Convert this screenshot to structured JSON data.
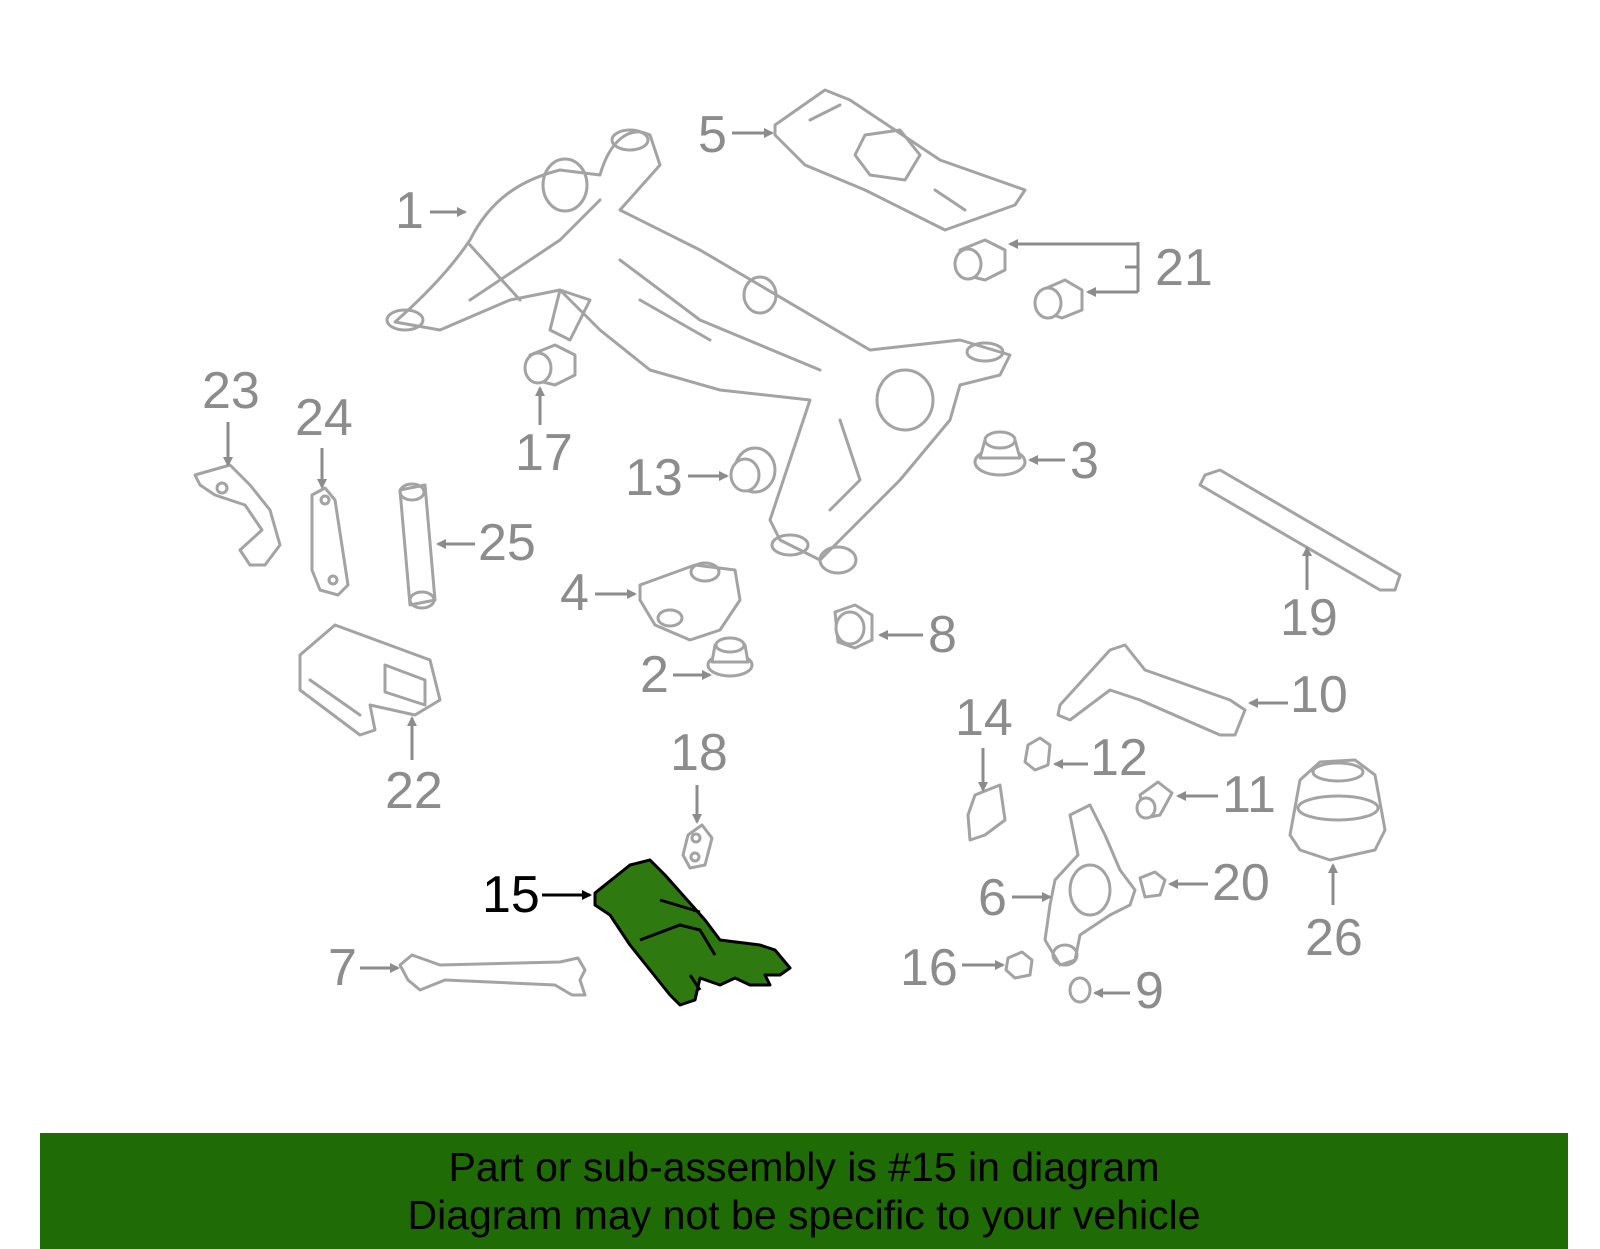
{
  "diagram": {
    "highlight_color": "#2f7a10",
    "part_line_color": "#a3a3a3",
    "callouts": [
      {
        "id": "c1",
        "label": "1"
      },
      {
        "id": "c2",
        "label": "2"
      },
      {
        "id": "c3",
        "label": "3"
      },
      {
        "id": "c4",
        "label": "4"
      },
      {
        "id": "c5",
        "label": "5"
      },
      {
        "id": "c6",
        "label": "6"
      },
      {
        "id": "c7",
        "label": "7"
      },
      {
        "id": "c8",
        "label": "8"
      },
      {
        "id": "c9",
        "label": "9"
      },
      {
        "id": "c10",
        "label": "10"
      },
      {
        "id": "c11",
        "label": "11"
      },
      {
        "id": "c12",
        "label": "12"
      },
      {
        "id": "c13",
        "label": "13"
      },
      {
        "id": "c14",
        "label": "14"
      },
      {
        "id": "c15",
        "label": "15",
        "highlighted": true
      },
      {
        "id": "c16",
        "label": "16"
      },
      {
        "id": "c17",
        "label": "17"
      },
      {
        "id": "c18",
        "label": "18"
      },
      {
        "id": "c19",
        "label": "19"
      },
      {
        "id": "c20",
        "label": "20"
      },
      {
        "id": "c21",
        "label": "21"
      },
      {
        "id": "c22",
        "label": "22"
      },
      {
        "id": "c23",
        "label": "23"
      },
      {
        "id": "c24",
        "label": "24"
      },
      {
        "id": "c25",
        "label": "25"
      },
      {
        "id": "c26",
        "label": "26"
      }
    ]
  },
  "banner": {
    "background": "#1f6b06",
    "line1": "Part or sub-assembly is #15 in diagram",
    "line2": "Diagram may not be specific to your vehicle"
  }
}
